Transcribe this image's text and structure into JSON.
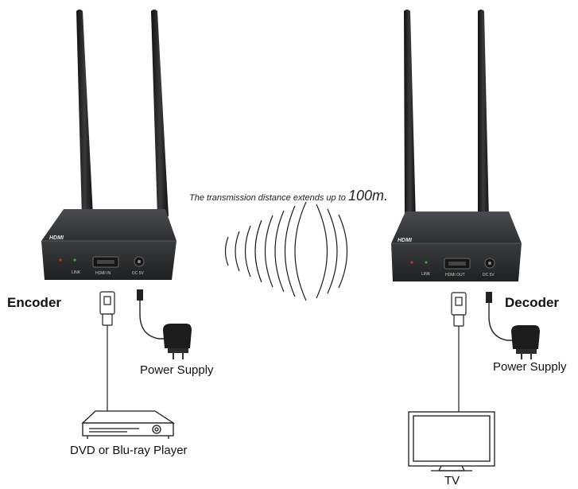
{
  "caption": {
    "text": "The transmission distance extends up to",
    "distance": "100m."
  },
  "encoder": {
    "title": "Encoder",
    "logo": "HDMI",
    "ports": {
      "indicator": "LINK",
      "hdmi": "HDMI IN",
      "power": "DC 5V"
    },
    "power_label": "Power Supply",
    "source_label": "DVD or Blu-ray Player"
  },
  "decoder": {
    "title": "Decoder",
    "logo": "HDMI",
    "ports": {
      "indicator": "LINK",
      "hdmi": "HDMI OUT",
      "power": "DC 5V"
    },
    "power_label": "Power Supply",
    "display_label": "TV"
  },
  "colors": {
    "device_body": "#2a2b2d",
    "device_top": "#3a3b3e",
    "antenna": "#1e1e1f",
    "line": "#222222",
    "led_red": "#d0302c",
    "led_green": "#3aa64a"
  }
}
